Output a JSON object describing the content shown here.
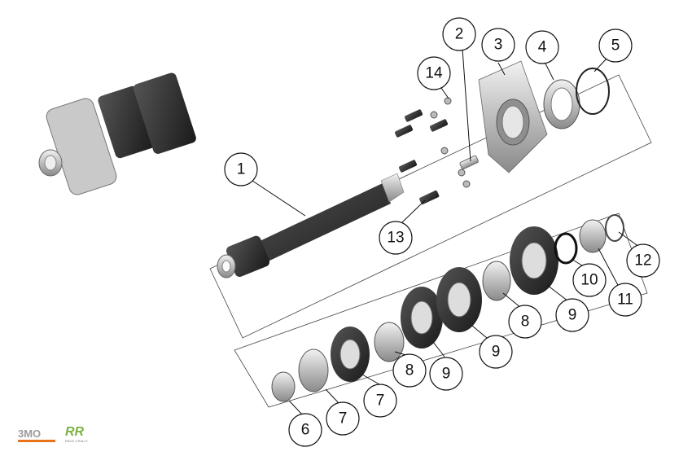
{
  "callouts": [
    {
      "label": "1"
    },
    {
      "label": "2"
    },
    {
      "label": "3"
    },
    {
      "label": "4"
    },
    {
      "label": "5"
    },
    {
      "label": "14"
    },
    {
      "label": "13"
    },
    {
      "label": "12"
    },
    {
      "label": "11"
    },
    {
      "label": "10"
    },
    {
      "label": "9"
    },
    {
      "label": "8"
    },
    {
      "label": "9"
    },
    {
      "label": "9"
    },
    {
      "label": "8"
    },
    {
      "label": "7"
    },
    {
      "label": "7"
    },
    {
      "label": "6"
    }
  ],
  "logos": {
    "brand1": "3MO",
    "brand2": "RR",
    "brand2_sub": "RACE 2 RALLY"
  },
  "colors": {
    "gear_dark": "#2b2b2b",
    "metal_light": "#d9d9d9",
    "metal_mid": "#a9a9a9",
    "accent_orange": "#e8731a",
    "accent_green": "#7cb342"
  }
}
